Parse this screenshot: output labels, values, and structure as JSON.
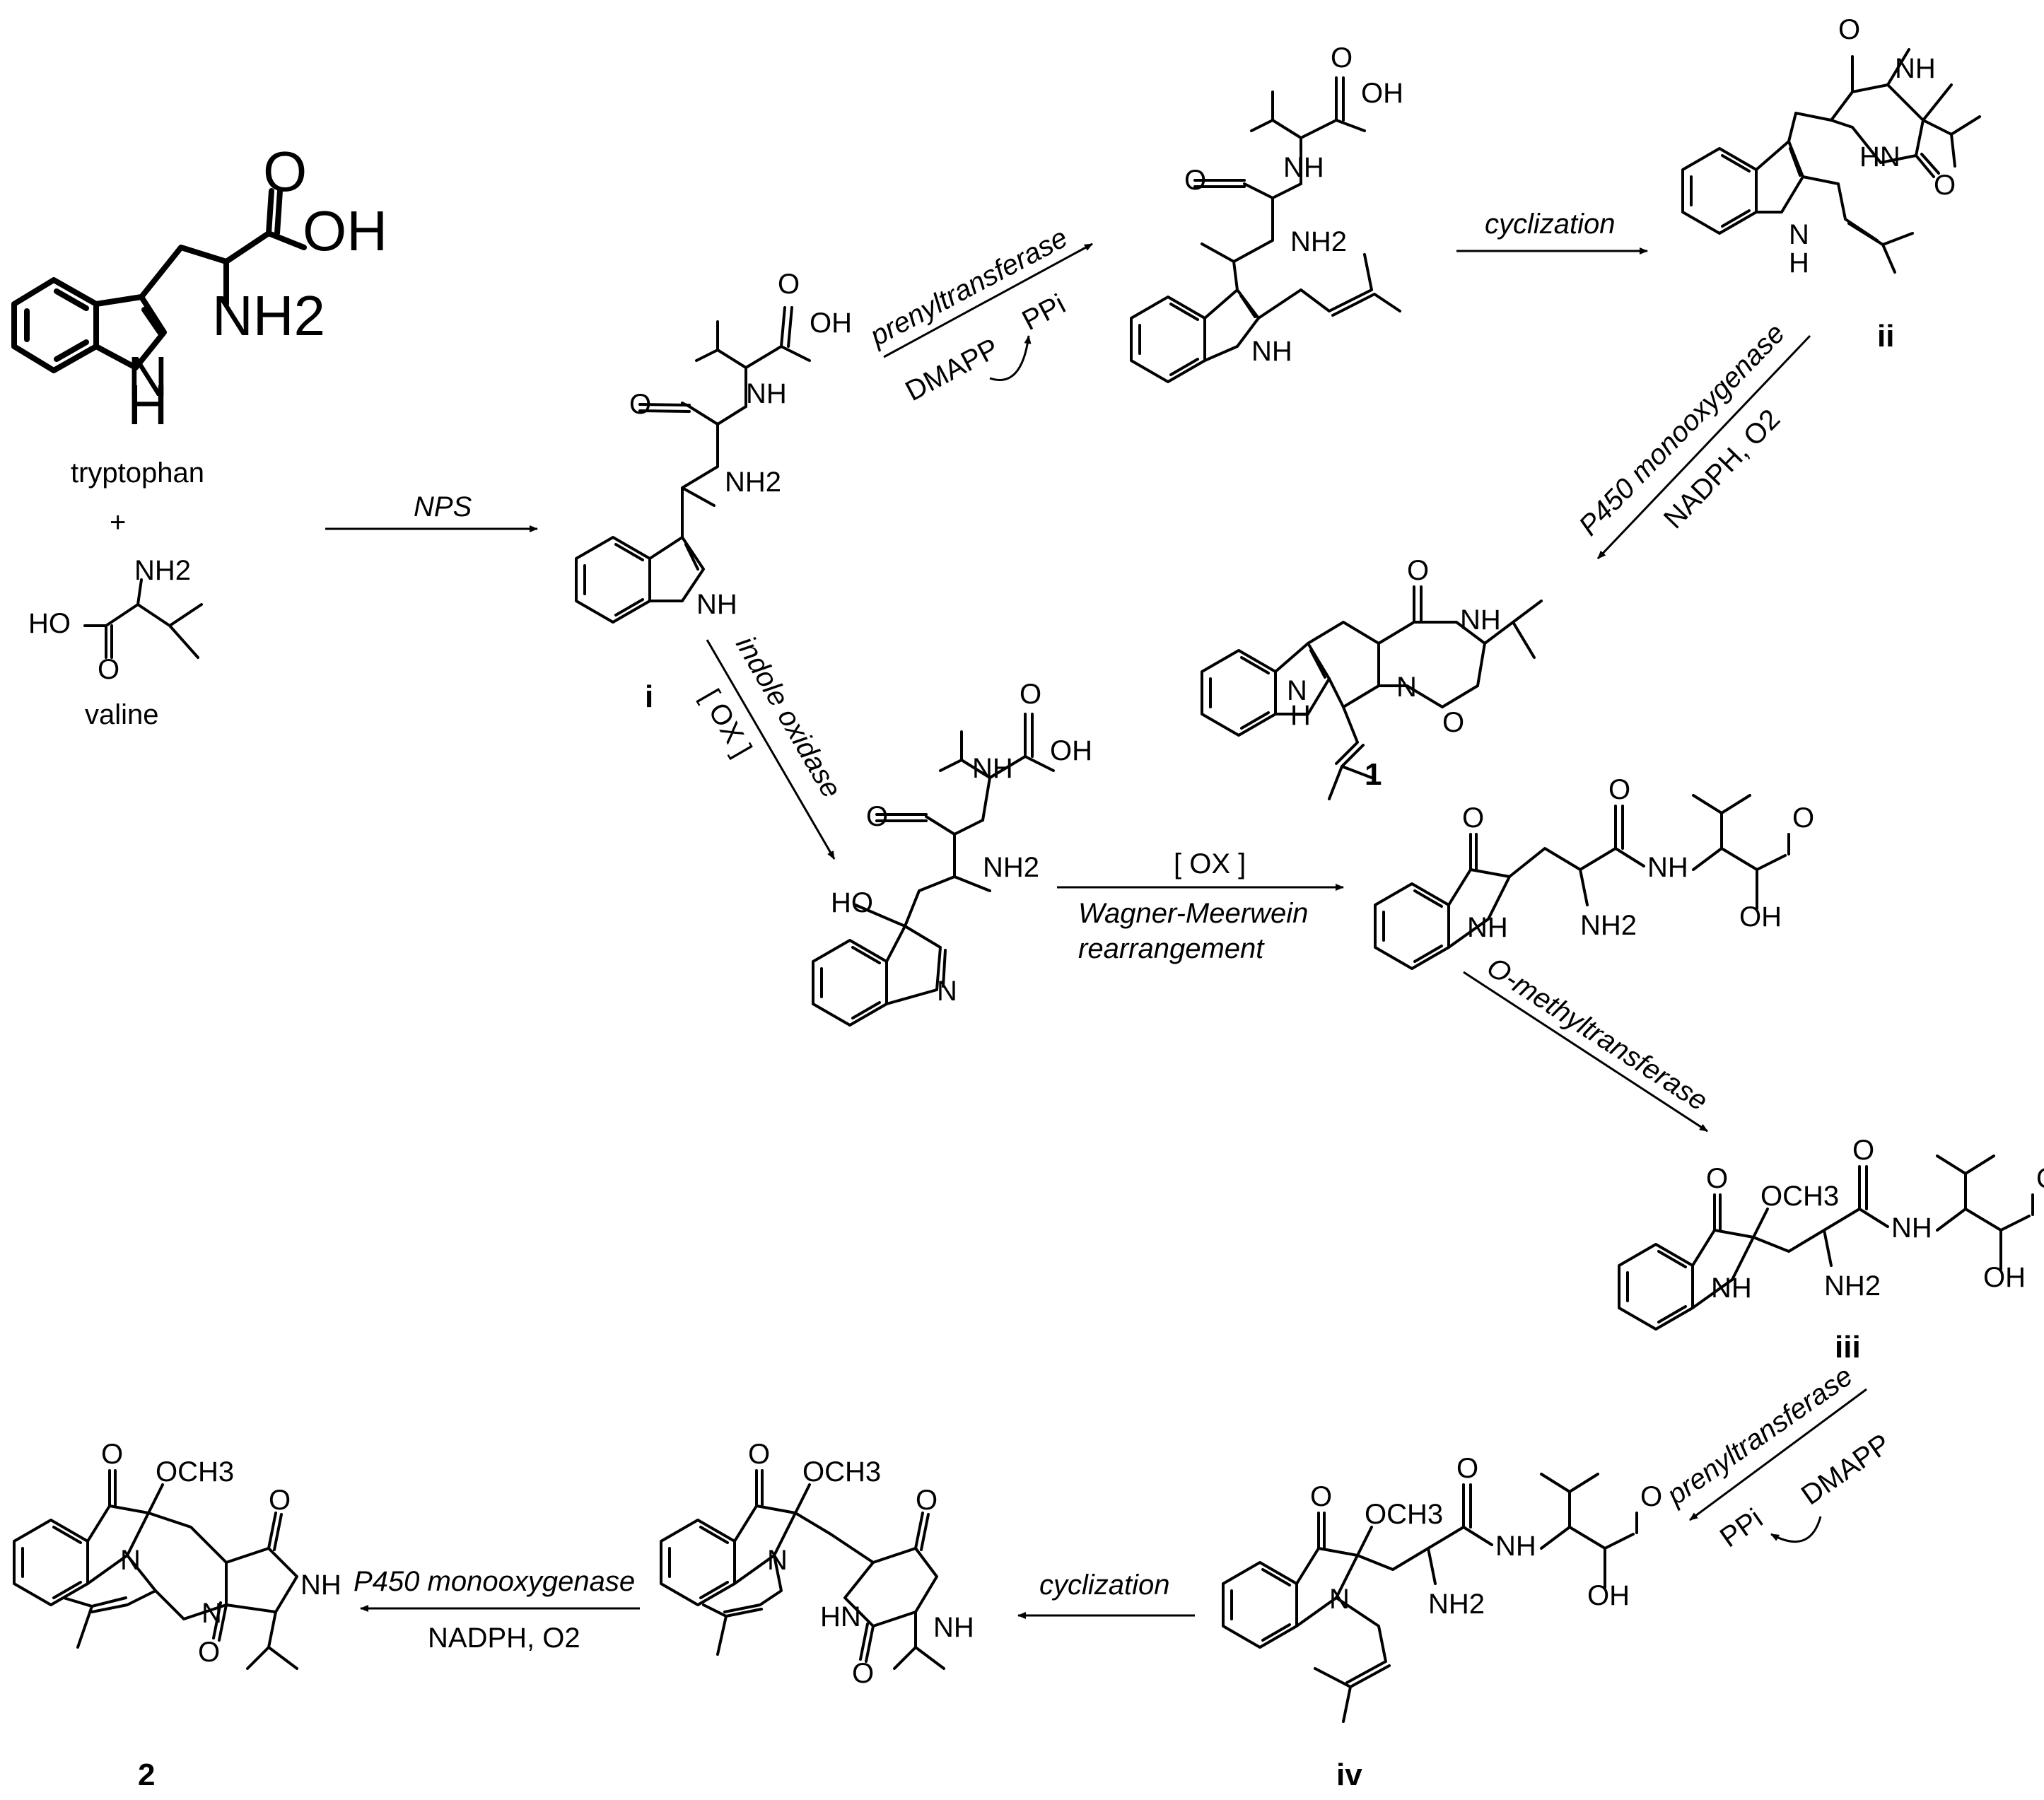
{
  "starting_materials": {
    "tryptophan": {
      "name": "tryptophan",
      "acid_oh": "OH",
      "amine": "NH2",
      "indole_nh": "N",
      "indole_h": "H"
    },
    "plus": "+",
    "valine": {
      "name": "valine",
      "amine": "NH2",
      "acid_oh": "HO",
      "carbonyl_o": "O"
    }
  },
  "compounds": {
    "i": {
      "label": "i",
      "acid_oh": "OH",
      "amide_nh": "NH",
      "amine": "NH2",
      "indole_nh": "NH"
    },
    "prenylated_dipeptide": {
      "acid_oh": "OH",
      "amide_nh": "NH",
      "amine": "NH2",
      "indole_nh": "NH"
    },
    "ii": {
      "label": "ii",
      "nh_top": "NH",
      "nh_mid": "HN",
      "indole_n": "N",
      "indole_h": "H"
    },
    "c1": {
      "label": "1",
      "nh": "NH",
      "ring_n": "N",
      "indole_n": "N",
      "indole_h": "H"
    },
    "hydroxy_indolenine": {
      "acid_oh": "OH",
      "amide_nh": "NH",
      "amine": "NH2",
      "ho": "HO",
      "imine_n": "N"
    },
    "indoxyl": {
      "indole_nh": "NH",
      "amine": "NH2",
      "amide_nh": "NH",
      "acid_oh": "OH"
    },
    "iii": {
      "label": "iii",
      "methoxy": "OCH3",
      "indole_nh": "NH",
      "amine": "NH2",
      "amide_nh": "NH",
      "acid_oh": "OH"
    },
    "iv": {
      "label": "iv",
      "methoxy": "OCH3",
      "ring_n": "N",
      "amine": "NH2",
      "amide_nh": "NH",
      "acid_oh": "OH"
    },
    "dkp": {
      "methoxy": "OCH3",
      "ring_n": "N",
      "hn": "HN",
      "nh": "NH"
    },
    "c2": {
      "label": "2",
      "methoxy": "OCH3",
      "n1": "N",
      "n2": "N",
      "nh": "NH"
    }
  },
  "reactions": {
    "nps": "NPS",
    "prenyl_1": {
      "enzyme": "prenyltransferase",
      "cofactor": "DMAPP",
      "byproduct": "PPi"
    },
    "cyclization_1": "cyclization",
    "p450_1": {
      "enzyme": "P450 monooxygenase",
      "cofactor": "NADPH, O2"
    },
    "indole_oxidase": {
      "enzyme": "indole oxidase",
      "ox": "[ OX ]"
    },
    "wagner": {
      "ox": "[ OX ]",
      "line1": "Wagner-Meerwein",
      "line2": "rearrangement"
    },
    "omt": "O-methyltransferase",
    "prenyl_2": {
      "enzyme": "prenyltransferase",
      "cofactor": "DMAPP",
      "byproduct": "PPi"
    },
    "cyclization_2": "cyclization",
    "p450_2": {
      "enzyme": "P450 monooxygenase",
      "cofactor": "NADPH, O2"
    }
  }
}
